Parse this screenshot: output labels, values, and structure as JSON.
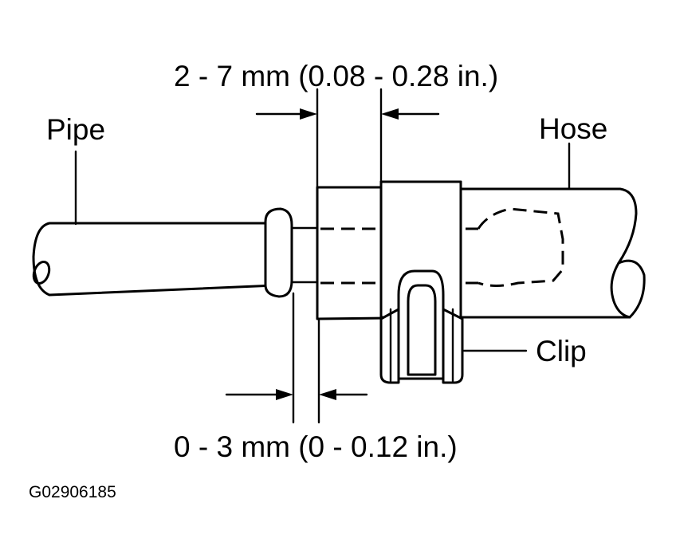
{
  "labels": {
    "pipe": "Pipe",
    "hose": "Hose",
    "clip": "Clip",
    "top_dimension": "2 - 7 mm (0.08 - 0.28 in.)",
    "bottom_dimension": "0 - 3 mm (0 - 0.12 in.)",
    "figure_code": "G02906185"
  }
}
